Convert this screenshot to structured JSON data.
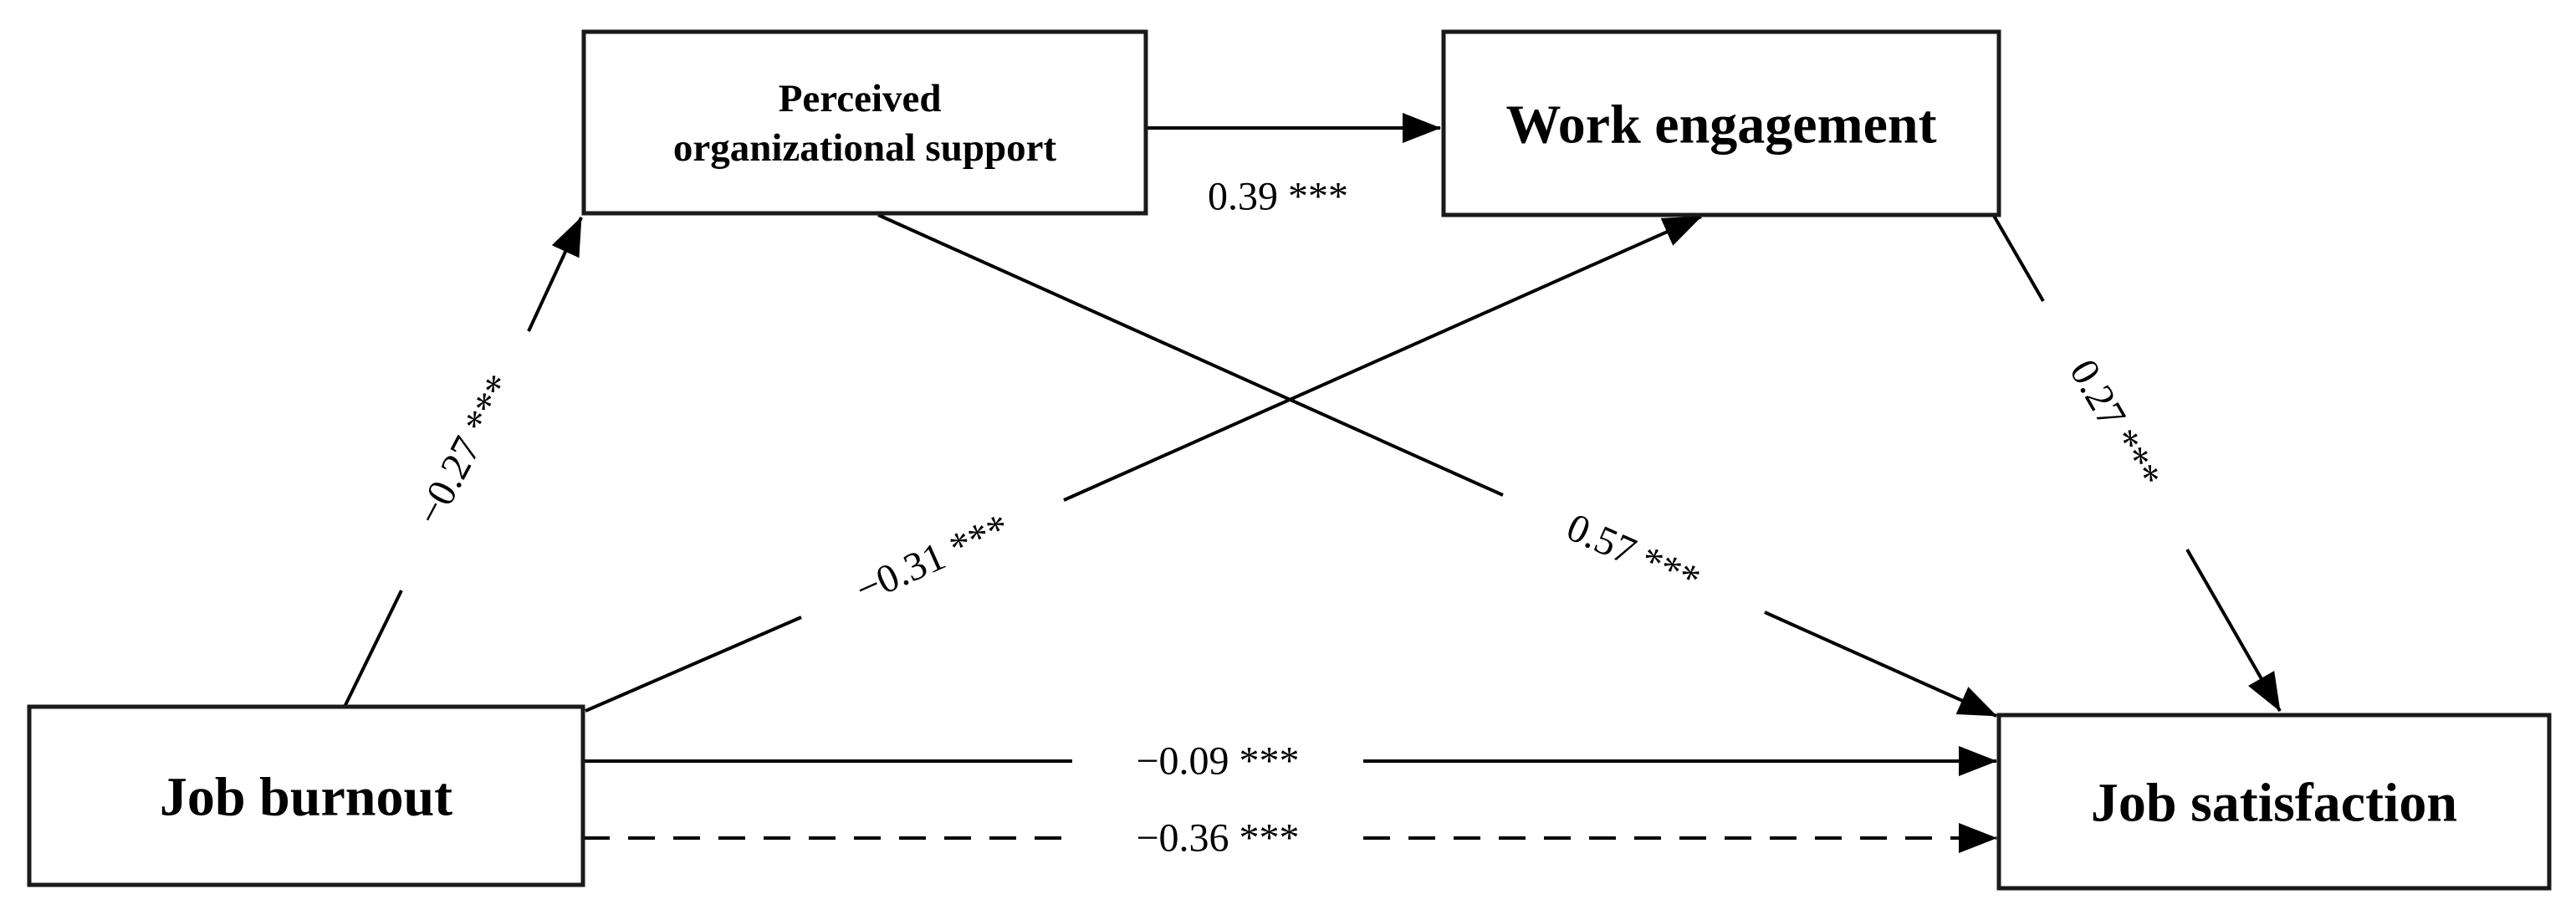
{
  "diagram": {
    "type": "mediation-path-model",
    "colors": {
      "background": "#ffffff",
      "line": "#000000",
      "box_fill": "#ffffff",
      "box_border": "#1a1a1a",
      "text": "#000000"
    },
    "nodes": {
      "burnout": {
        "label": "Job burnout"
      },
      "pos": {
        "label": "Perceived organizational support",
        "line1": "Perceived",
        "line2": "organizational support"
      },
      "engagement": {
        "label": "Work engagement"
      },
      "satisfaction": {
        "label": "Job satisfaction"
      }
    },
    "edges": {
      "burnout_pos": {
        "from": "Job burnout",
        "to": "Perceived organizational support",
        "label": "−0.27 ***",
        "coefficient": -0.27,
        "significance": "***",
        "style": "solid"
      },
      "pos_engagement": {
        "from": "Perceived organizational support",
        "to": "Work engagement",
        "label": "0.39 ***",
        "coefficient": 0.39,
        "significance": "***",
        "style": "solid"
      },
      "burnout_engagement": {
        "from": "Job burnout",
        "to": "Work engagement",
        "label": "−0.31 ***",
        "coefficient": -0.31,
        "significance": "***",
        "style": "solid"
      },
      "pos_satisfaction": {
        "from": "Perceived organizational support",
        "to": "Job satisfaction",
        "label": "0.57 ***",
        "coefficient": 0.57,
        "significance": "***",
        "style": "solid"
      },
      "engagement_satisfaction": {
        "from": "Work engagement",
        "to": "Job satisfaction",
        "label": "0.27 ***",
        "coefficient": 0.27,
        "significance": "***",
        "style": "solid"
      },
      "burnout_satisfaction_direct": {
        "from": "Job burnout",
        "to": "Job satisfaction",
        "label": "−0.09 ***",
        "coefficient": -0.09,
        "significance": "***",
        "style": "solid"
      },
      "burnout_satisfaction_total": {
        "from": "Job burnout",
        "to": "Job satisfaction",
        "label": "−0.36 ***",
        "coefficient": -0.36,
        "significance": "***",
        "style": "dashed"
      }
    }
  }
}
